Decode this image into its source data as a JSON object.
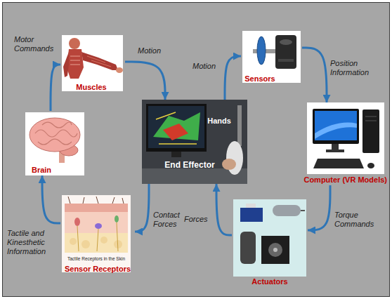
{
  "diagram": {
    "nodes": [
      {
        "text": [
          "Muscles"
        ]
      },
      {
        "text": [
          "Sensors"
        ]
      },
      {
        "text": [
          "Brain"
        ]
      },
      {
        "text": [
          "Hands",
          "End Effector"
        ]
      },
      {
        "text": [
          "Computer (VR Models)"
        ]
      },
      {
        "text": [
          "Sensor Receptors"
        ]
      },
      {
        "text": [
          "Actuators"
        ]
      }
    ],
    "edges": [
      {
        "from": 2,
        "to": 0,
        "label": "Motor Commands",
        "arrow": "to"
      },
      {
        "from": 0,
        "to": 3,
        "label": "Motion",
        "arrow": "to"
      },
      {
        "from": 3,
        "to": 1,
        "label": "Motion",
        "arrow": "to"
      },
      {
        "from": 1,
        "to": 4,
        "label": "Position Information",
        "arrow": "to"
      },
      {
        "from": 4,
        "to": 6,
        "label": "Torque Commands",
        "arrow": "to"
      },
      {
        "from": 6,
        "to": 3,
        "label": "Forces",
        "arrow": "to"
      },
      {
        "from": 3,
        "to": 5,
        "label": "Contact Forces",
        "arrow": "to"
      },
      {
        "from": 5,
        "to": 2,
        "label": "Tactile and Kinesthetic Information",
        "arrow": "to"
      }
    ],
    "labels": [
      "Tactile Receptors in the Skin"
    ]
  }
}
